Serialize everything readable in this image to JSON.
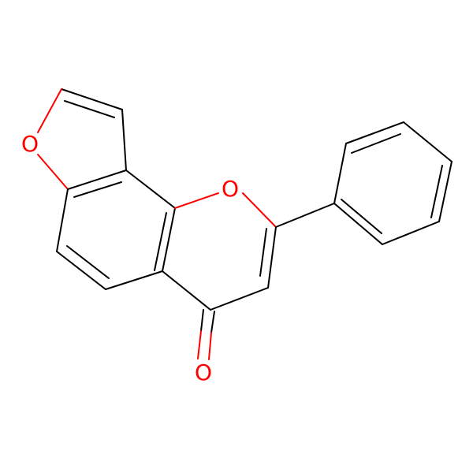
{
  "molecule": {
    "atoms": [
      {
        "symbol": "O",
        "element_color": "#ff0000"
      },
      {
        "symbol": "O",
        "element_color": "#ff0000"
      },
      {
        "symbol": "O",
        "element_color": "#ff0000"
      }
    ],
    "bond_color": "#000000"
  }
}
